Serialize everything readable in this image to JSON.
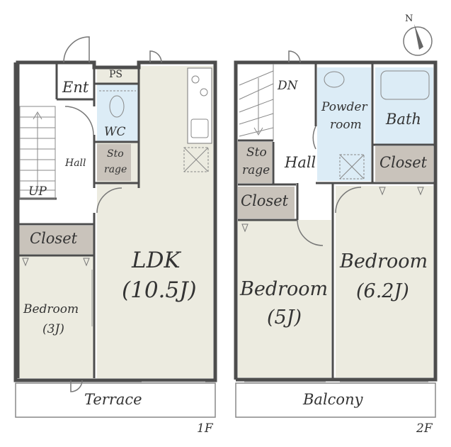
{
  "compass": {
    "north_label": "N",
    "icon": "compass-icon"
  },
  "floor1": {
    "floor_label": "1F",
    "rooms": {
      "ent": "Ent",
      "ps": "PS",
      "wc": "WC",
      "hall": "Hall",
      "storage_line1": "Sto",
      "storage_line2": "rage",
      "up": "UP",
      "closet": "Closet",
      "bedroom_name": "Bedroom",
      "bedroom_size": "(3J)",
      "ldk_name": "LDK",
      "ldk_size": "(10.5J)",
      "terrace": "Terrace"
    }
  },
  "floor2": {
    "floor_label": "2F",
    "rooms": {
      "dn": "DN",
      "powder_line1": "Powder",
      "powder_line2": "room",
      "bath": "Bath",
      "storage_line1": "Sto",
      "storage_line2": "rage",
      "hall": "Hall",
      "closet_right": "Closet",
      "closet_left": "Closet",
      "bedroom_left_name": "Bedroom",
      "bedroom_left_size": "(5J)",
      "bedroom_right_name": "Bedroom",
      "bedroom_right_size": "(6.2J)",
      "balcony": "Balcony"
    }
  },
  "colors": {
    "wall": "#4d4d4d",
    "room_fill": "#ecebe0",
    "closet_fill": "#c9c3bb",
    "wet_fill": "#dcecf6",
    "line": "#777777"
  }
}
